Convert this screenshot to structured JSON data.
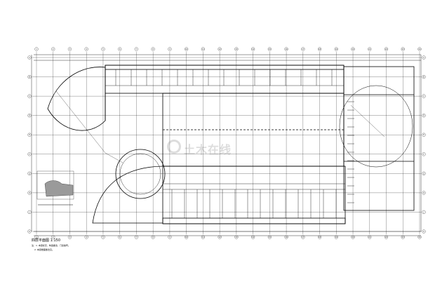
{
  "drawing": {
    "title": "四层平面图",
    "scale": "1:150",
    "notes": [
      "注：1. 本层标高、构造做法、门窗编号。",
      "2. 本层楼面做法见。"
    ],
    "watermark": "土木在线",
    "col_labels": [
      "1",
      "2",
      "3",
      "4",
      "5",
      "6",
      "7",
      "8",
      "9",
      "10",
      "11",
      "12",
      "13",
      "14",
      "15",
      "16",
      "17",
      "18",
      "19",
      "20",
      "21",
      "22",
      "23",
      "24"
    ],
    "row_labels": [
      "A",
      "B",
      "C",
      "D",
      "E",
      "F",
      "G",
      "H",
      "J",
      "K"
    ],
    "colors": {
      "line": "#000000",
      "background": "#ffffff",
      "hatch": "#9a9a9a"
    }
  }
}
